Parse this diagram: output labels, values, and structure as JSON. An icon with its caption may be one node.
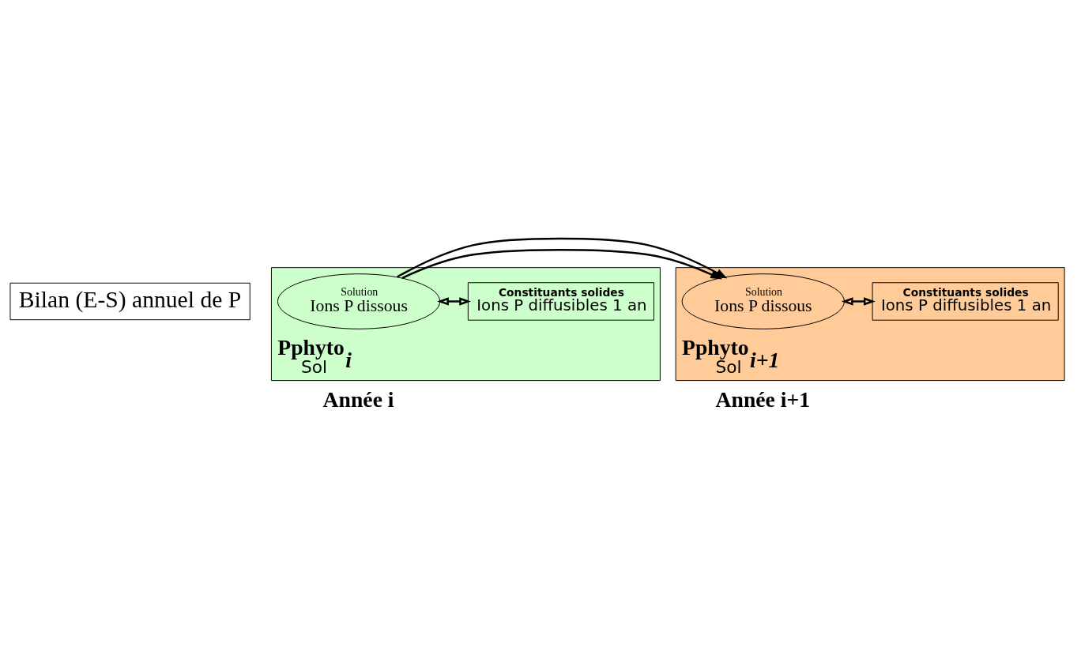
{
  "diagram": {
    "nodes": [
      {
        "text": [
          "Bilan (E-S) annuel de P"
        ]
      },
      {
        "text": [
          "Pphyto$_{i}$",
          "Sol"
        ],
        "beside": [
          "Année i"
        ]
      },
      {
        "text": [
          "Solution",
          "Ions P dissous"
        ],
        "in": 1
      },
      {
        "text": [
          "Constituants solides",
          "Ions P diffusibles 1 an"
        ],
        "in": 1
      },
      {
        "text": [
          "Pphyto$_{i+1}$",
          "Sol"
        ],
        "beside": [
          "Année i+1"
        ]
      },
      {
        "text": [
          "Solution",
          "Ions P dissous"
        ],
        "in": 4
      },
      {
        "text": [
          "Constituants solides",
          "Ions P diffusibles 1 an"
        ],
        "in": 4
      }
    ],
    "edges": [
      {
        "from": 2,
        "to": 3,
        "arrow": "both"
      },
      {
        "from": 5,
        "to": 6,
        "arrow": "both"
      },
      {
        "from": 2,
        "to": 5,
        "arrow": "to"
      }
    ]
  }
}
